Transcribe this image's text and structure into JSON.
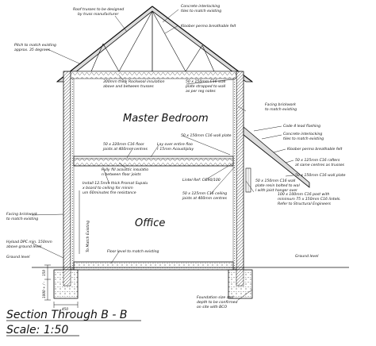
{
  "rooms": {
    "upper": "Master Bedroom",
    "lower": "Office"
  },
  "notes": {
    "roof_trusses": "Roof trusses to be designed by truss manufacturer",
    "pitch": "Pitch to match existing approx. 35 degrees",
    "concrete_tiles_top": "Concrete interlocking tiles to match existing",
    "kloober_felt_top": "Kloober permo breathable felt",
    "rockwool": "300mm thick Rockwool insulation above and between trusses",
    "wall_plate": "50 x 150mm C16 wall plate strapped to wall as per reg notes",
    "facing_brickwork_upper": "Facing brickwork to match existing",
    "code4_lead": "Code 4 lead flashing",
    "concrete_tiles_side": "Concrete interlocking tiles to match existing",
    "kloober_felt_side": "Kloober permo breathable felt",
    "rafters": "50 x 125mm C16 rafters at same centres as trusses",
    "wall_plate_side": "50 x 150mm C16 wall plate",
    "lay_over_joists": "Lay over entire floor 15mm Acoustiplay",
    "floor_joists": "50 x 220mm C16 floor joists at 400mm centres",
    "acoustic_insulation": "Fully fill acoustic insulation between floor joists",
    "lintel": "Lintel Ref: CG90/100",
    "ceiling_joists": "50 x 125mm C16 ceiling joists at 400mm centres",
    "wall_post": "50 x 150mm C16 wall plate resin bolted to wall with joist hanger over",
    "timber_post": "100 x 100mm C16 post with minimum 75 x 150mm C16 lintels. Refer to Structural Engineers",
    "plasterboard": "Install 12.5mm thick Promat Supalux board to ceiling for minimum 60minutes fire resistance",
    "to_match_existing": "To Match Existing",
    "facing_brickwork_lower": "Facing brickwork to match existing",
    "floor_level": "Floor level to match existing",
    "hyload_dpc": "Hyload DPC min. 150mm above ground level",
    "ground_level_left": "Ground level",
    "ground_level_right": "Ground level",
    "foundation": "Foundation size and depth to be confirmed on site with BCO"
  },
  "dimensions": {
    "d150": "150",
    "d1000": "1000 + / -",
    "d450": "450"
  },
  "title": {
    "line1": "Section Through B - B",
    "line2": "Scale: 1:50"
  }
}
